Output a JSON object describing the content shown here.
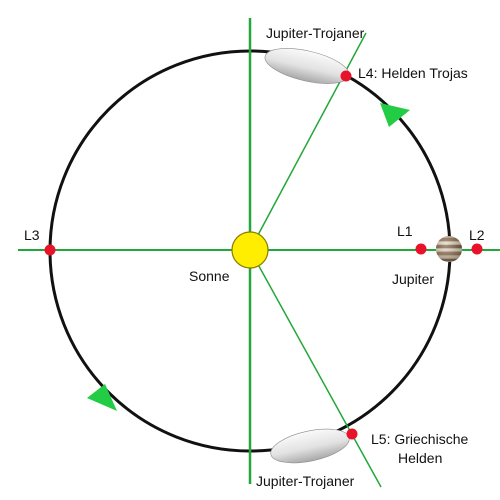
{
  "labels": {
    "sun": "Sonne",
    "jupiter": "Jupiter",
    "trojans_top": "Jupiter-Trojaner",
    "trojans_bottom": "Jupiter-Trojaner",
    "l1": "L1",
    "l2": "L2",
    "l3": "L3",
    "l4": "L4: Helden Trojas",
    "l5_line1": "L5: Griechische",
    "l5_line2": "Helden"
  },
  "colors": {
    "orbit": "#111111",
    "axis": "#22a83a",
    "arrow": "#22cc44",
    "lagrange_point": "#e8132b",
    "sun": "#ffee00",
    "sun_outline": "#8a7a00",
    "trojan_cloud": "#e6e6e6",
    "jupiter_band_light": "#d9c7a8",
    "jupiter_band_dark": "#8c6a4a"
  },
  "icons": {
    "orbit_direction": "green-triangle-arrow",
    "sun": "yellow-circle",
    "jupiter": "banded-planet",
    "trojans": "grey-ellipsoid-cloud"
  }
}
